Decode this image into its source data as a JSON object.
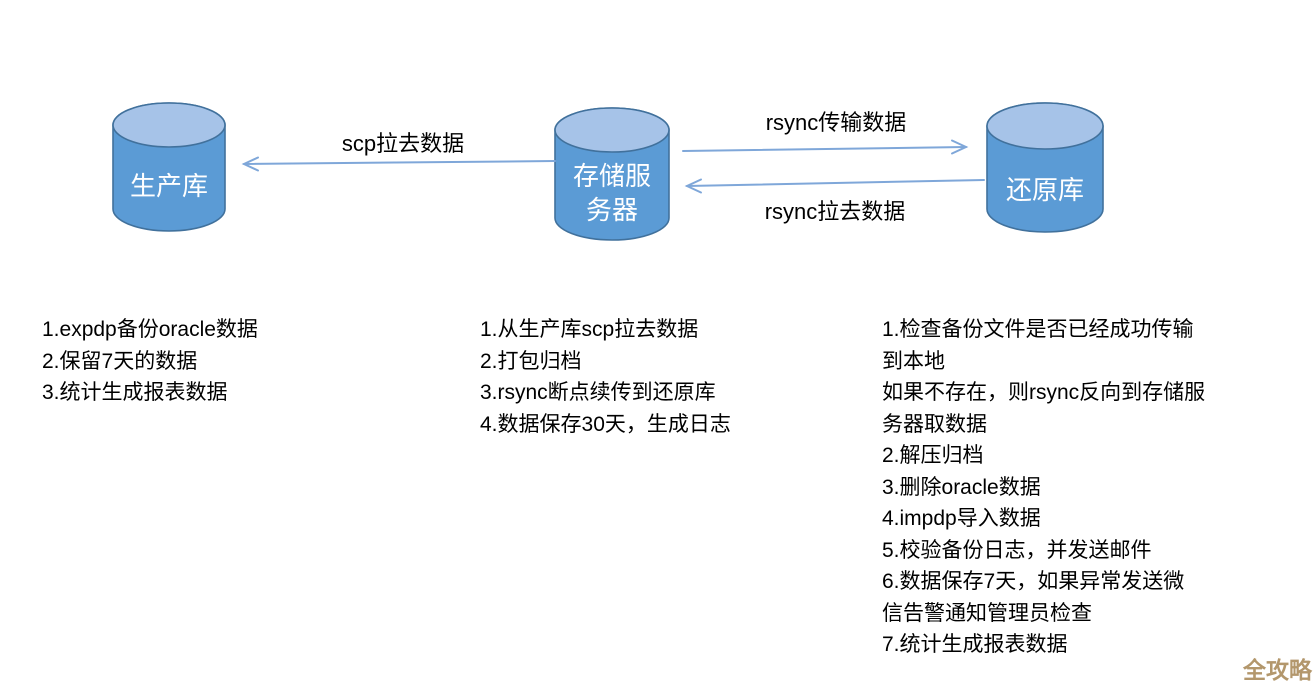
{
  "colors": {
    "background": "#ffffff",
    "cylinder_body": "#5B9BD5",
    "cylinder_top": "#A6C3E8",
    "cylinder_stroke": "#41719C",
    "arrow": "#7FA7D9",
    "text": "#000000",
    "cylinder_label": "#ffffff",
    "watermark": "#B3976C"
  },
  "cylinders": {
    "production": {
      "label": "生产库"
    },
    "storage": {
      "label_line1": "存储服",
      "label_line2": "务器"
    },
    "restore": {
      "label": "还原库"
    }
  },
  "arrows": {
    "scp_pull": {
      "label": "scp拉去数据",
      "direction": "left",
      "from": "storage",
      "to": "production"
    },
    "rsync_transfer": {
      "label": "rsync传输数据",
      "direction": "right",
      "from": "storage",
      "to": "restore"
    },
    "rsync_pull": {
      "label": "rsync拉去数据",
      "direction": "left",
      "from": "restore",
      "to": "storage"
    }
  },
  "lists": {
    "production_tasks": {
      "lines": [
        "1.expdp备份oracle数据",
        "2.保留7天的数据",
        "3.统计生成报表数据"
      ]
    },
    "storage_tasks": {
      "lines": [
        "1.从生产库scp拉去数据",
        "2.打包归档",
        "3.rsync断点续传到还原库",
        "4.数据保存30天，生成日志"
      ]
    },
    "restore_tasks": {
      "lines": [
        "1.检查备份文件是否已经成功传输",
        "到本地",
        "如果不存在，则rsync反向到存储服",
        "务器取数据",
        "2.解压归档",
        "3.删除oracle数据",
        "4.impdp导入数据",
        "5.校验备份日志，并发送邮件",
        "6.数据保存7天，如果异常发送微",
        "信告警通知管理员检查",
        "7.统计生成报表数据"
      ]
    }
  },
  "watermark": {
    "text": "全攻略"
  }
}
